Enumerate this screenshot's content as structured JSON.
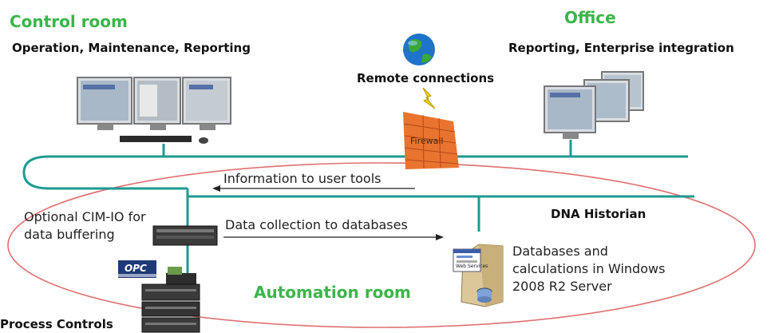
{
  "zones": {
    "control_room": {
      "title": "Control room",
      "subtitle": "Operation, Maintenance, Reporting"
    },
    "office": {
      "title": "Office",
      "subtitle": "Reporting, Enterprise integration"
    },
    "automation_room": {
      "title": "Automation room"
    }
  },
  "remote": {
    "label": "Remote connections",
    "icon": "globe-icon"
  },
  "firewall": {
    "label": "Firewall",
    "icon": "firewall-icon"
  },
  "flows": {
    "to_user_tools": "Information to user tools",
    "to_databases": "Data collection to databases"
  },
  "historian": {
    "title": "DNA Historian",
    "description_lines": [
      "Databases and",
      "calculations in Windows",
      "2008 R2 Server"
    ],
    "server_icon_text": "Web Services"
  },
  "cim_io": {
    "lines": [
      "Optional CIM-IO for",
      "data buffering"
    ]
  },
  "opc": {
    "logo_text": "OPC"
  },
  "process_controls": {
    "label": "Process Controls"
  },
  "colors": {
    "network_line": "#1e9a92",
    "zone_title": "#3cb54a",
    "ellipse": "#e07070",
    "firewall_brick": "#e9742f"
  }
}
